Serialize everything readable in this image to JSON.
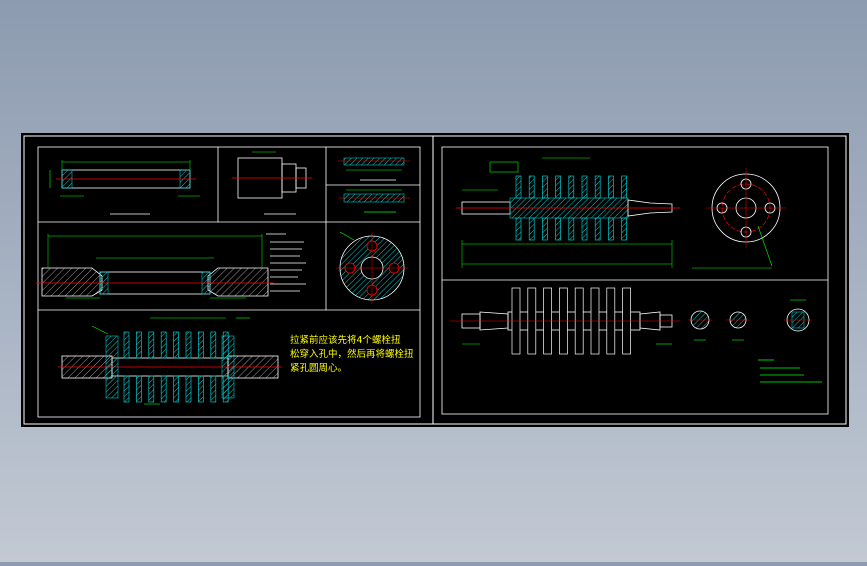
{
  "colors": {
    "background_top": "#8d9bb0",
    "background_bottom": "#c2c9d3",
    "sheet": "#000000",
    "frame": "#ffffff",
    "dimension": "#00ff00",
    "center_line": "#ff0000",
    "hatch": "#00c8c8",
    "outline": "#ffffff"
  },
  "drawing_note": {
    "line1": "拉紧前应该先将4个螺栓扭",
    "line2": "松穿入孔中，然后再将螺栓扭",
    "line3": "紧孔圆周心。"
  }
}
